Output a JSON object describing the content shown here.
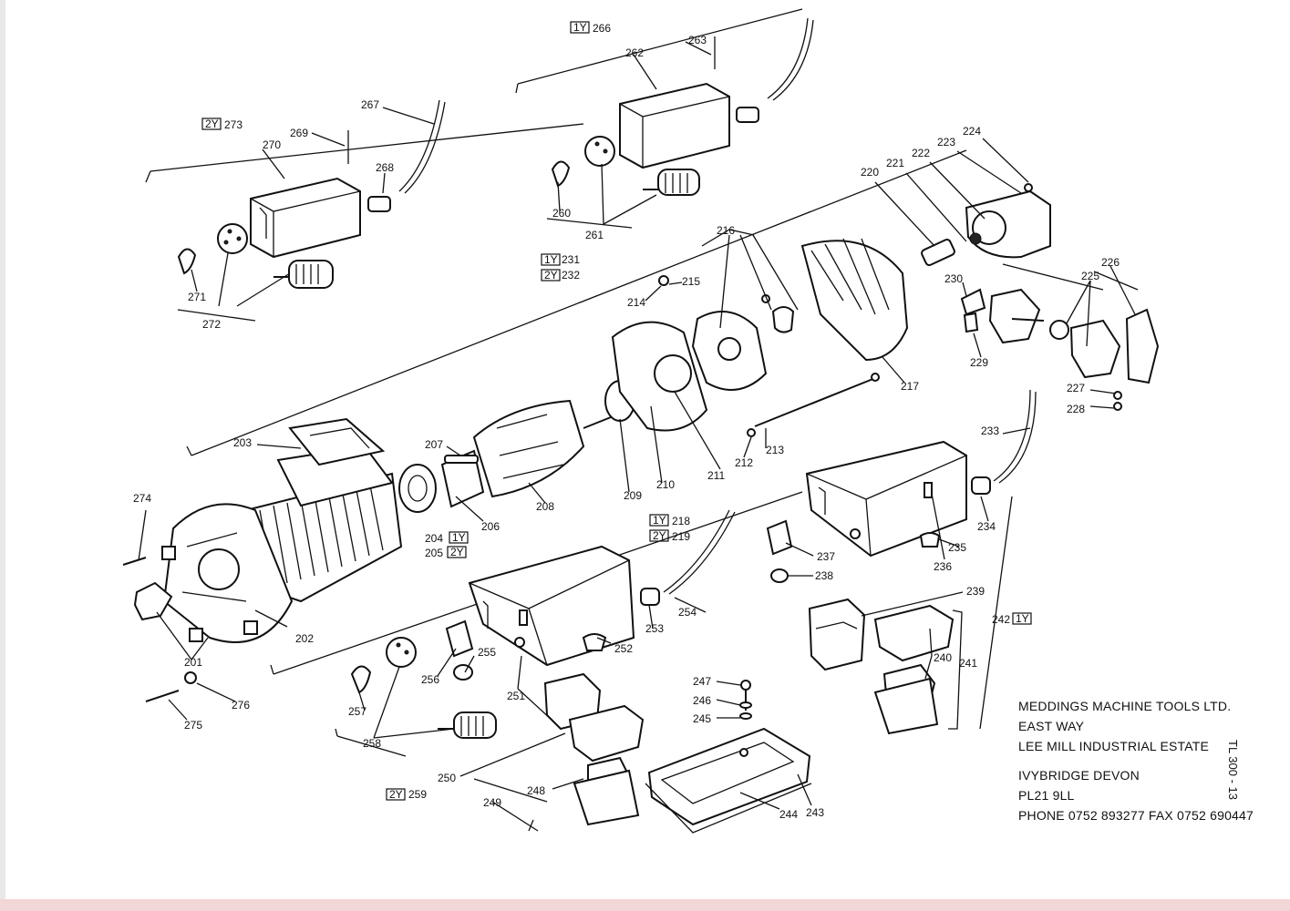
{
  "company": {
    "name": "MEDDINGS MACHINE TOOLS LTD.",
    "street": "EAST WAY",
    "estate": "LEE MILL INDUSTRIAL ESTATE",
    "town": "IVYBRIDGE  DEVON",
    "postcode": "PL21 9LL",
    "contact": "PHONE 0752 893277  FAX 0752 690447"
  },
  "sheet_ref": "TL 300 - 13",
  "variant_badges": {
    "one_phase": "1Y",
    "two_phase": "2Y"
  },
  "labels": {
    "p201": "201",
    "p202": "202",
    "p203": "203",
    "p204": "204",
    "p205": "205",
    "p206": "206",
    "p207": "207",
    "p208": "208",
    "p209": "209",
    "p210": "210",
    "p211": "211",
    "p212": "212",
    "p213": "213",
    "p214": "214",
    "p215": "215",
    "p216": "216",
    "p217": "217",
    "p218": "218",
    "p219": "219",
    "p220": "220",
    "p221": "221",
    "p222": "222",
    "p223": "223",
    "p224": "224",
    "p225": "225",
    "p226": "226",
    "p227": "227",
    "p228": "228",
    "p229": "229",
    "p230": "230",
    "p231": "231",
    "p232": "232",
    "p233": "233",
    "p234": "234",
    "p235": "235",
    "p236": "236",
    "p237": "237",
    "p238": "238",
    "p239": "239",
    "p240": "240",
    "p241": "241",
    "p242": "242",
    "p243": "243",
    "p244": "244",
    "p245": "245",
    "p246": "246",
    "p247": "247",
    "p248": "248",
    "p249": "249",
    "p250": "250",
    "p251": "251",
    "p252": "252",
    "p253": "253",
    "p254": "254",
    "p255": "255",
    "p256": "256",
    "p257": "257",
    "p258": "258",
    "p259": "259",
    "p260": "260",
    "p261": "261",
    "p262": "262",
    "p263": "263",
    "p266": "266",
    "p267": "267",
    "p268": "268",
    "p269": "269",
    "p270": "270",
    "p271": "271",
    "p272": "272",
    "p273": "273",
    "p274": "274",
    "p275": "275",
    "p276": "276"
  }
}
